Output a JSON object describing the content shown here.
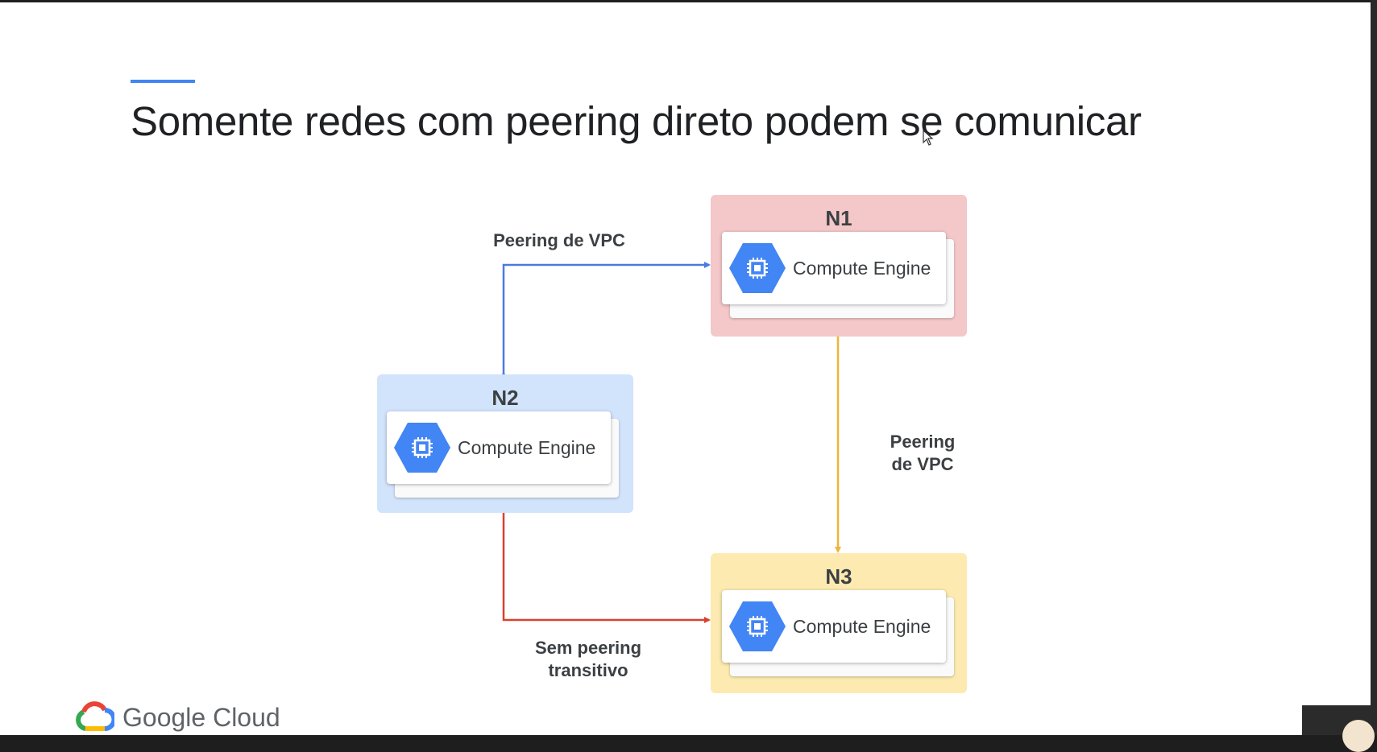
{
  "slide": {
    "title": "Somente redes com peering direto podem se comunicar"
  },
  "diagram": {
    "networks": [
      {
        "id": "n1",
        "label": "N1",
        "service": "Compute Engine",
        "color": "#f4c7c9"
      },
      {
        "id": "n2",
        "label": "N2",
        "service": "Compute Engine",
        "color": "#d2e3fc"
      },
      {
        "id": "n3",
        "label": "N3",
        "service": "Compute Engine",
        "color": "#fceab1"
      }
    ],
    "edges": [
      {
        "from": "N2",
        "to": "N1",
        "label": "Peering de VPC",
        "color": "#4a7be0"
      },
      {
        "from": "N1",
        "to": "N3",
        "label_line1": "Peering",
        "label_line2": "de VPC",
        "color": "#f0b43a"
      },
      {
        "from": "N2",
        "to": "N3",
        "label_line1": "Sem peering",
        "label_line2": "transitivo",
        "color": "#d9412f"
      }
    ],
    "service_icon": "compute-engine-icon",
    "service_icon_color": "#4285f4"
  },
  "branding": {
    "logo_icon": "google-cloud-logo-icon",
    "logo_text": "Google Cloud"
  }
}
